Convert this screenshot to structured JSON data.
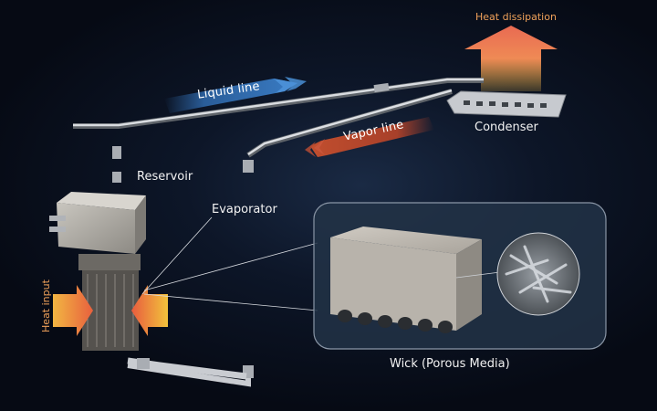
{
  "labels": {
    "heat_dissipation": "Heat dissipation",
    "liquid_line": "Liquid line",
    "vapor_line": "Vapor line",
    "condenser": "Condenser",
    "reservoir": "Reservoir",
    "evaporator": "Evaporator",
    "heat_input": "Heat input",
    "wick": "Wick (Porous Media)"
  },
  "colors": {
    "liquid": "#2f6fb3",
    "vapor": "#b5462a",
    "heat": "#f08a4a",
    "pipe": "#b8bcc2"
  }
}
